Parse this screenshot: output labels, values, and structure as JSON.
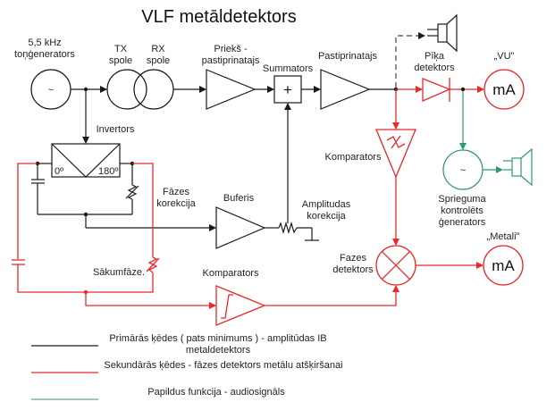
{
  "title": "VLF metāldetektors",
  "blocks": {
    "oscillator": {
      "label_1": "5,5 kHz",
      "label_2": "toņģenerators",
      "symbol": "~"
    },
    "tx_coil": {
      "label_1": "TX",
      "label_2": "spole"
    },
    "rx_coil": {
      "label_1": "RX",
      "label_2": "spole"
    },
    "preamp": {
      "label_1": "Priekš -",
      "label_2": "pastiprinatajs"
    },
    "summator": {
      "label": "Summators",
      "symbol": "+"
    },
    "amplifier": {
      "label": "Pastiprinatajs"
    },
    "peak_detector": {
      "label_1": "Pīķa",
      "label_2": "detektors"
    },
    "vu_meter": {
      "label": "„VU\"",
      "symbol": "mA"
    },
    "inverter": {
      "label": "Invertors",
      "port_0": "0º",
      "port_180": "180º"
    },
    "phase_correction": {
      "label_1": "Fāzes",
      "label_2": "korekcija"
    },
    "buffer": {
      "label": "Buferis"
    },
    "amplitude_correction": {
      "label_1": "Amplitudas",
      "label_2": "korekcija"
    },
    "comparator_top": {
      "label": "Komparators"
    },
    "comparator_bottom": {
      "label": "Komparators"
    },
    "vco": {
      "label_1": "Sprieguma",
      "label_2": "kontrolēts",
      "label_3": "ģenerators",
      "symbol": "~"
    },
    "phase_detector": {
      "label_1": "Fazes",
      "label_2": "detektors"
    },
    "metal_meter": {
      "label": "„Metali\"",
      "symbol": "mA"
    },
    "initial_phase": {
      "label": "Sākumfāze."
    }
  },
  "legend": [
    {
      "line_1": "Primārās ķēdes ( pats minimums ) - amplitūdas IB",
      "line_2": "metaldetektors",
      "color": "#1a1a1a"
    },
    {
      "line_1": "Sekundārās ķēdes - fāzes detektors metālu atšķiršanai",
      "line_2": "",
      "color": "#e8282b"
    },
    {
      "line_1": "Papildus funkcija - audiosignāls",
      "line_2": "",
      "color": "#7fb3a8"
    }
  ],
  "colors": {
    "primary": "#1a1a1a",
    "secondary": "#e8282b",
    "audio": "#2e9a6a"
  }
}
